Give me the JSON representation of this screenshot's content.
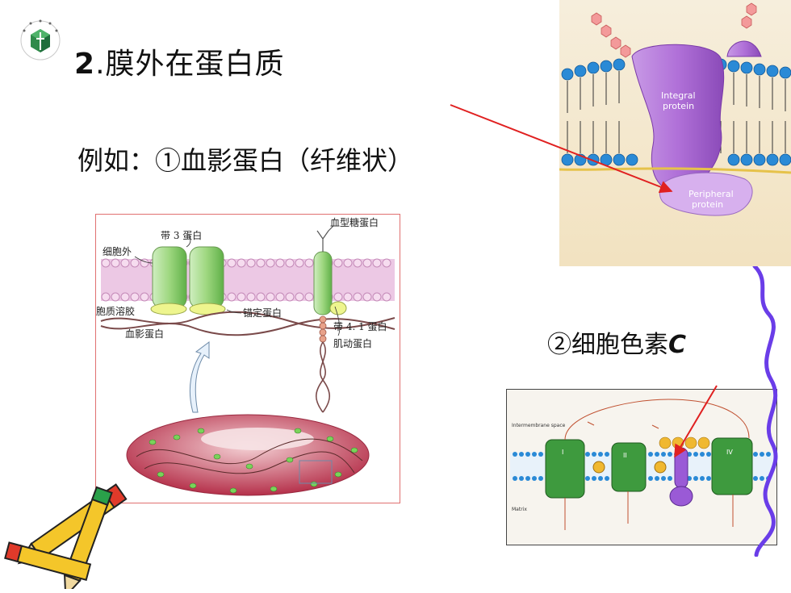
{
  "slide": {
    "title_number": "2",
    "title_text": ".膜外在蛋白质",
    "example_text": "例如：①血影蛋白（纤维状）",
    "cytochrome_text": "②细胞色素",
    "cytochrome_letter": "C"
  },
  "figure_spectrin": {
    "labels": {
      "band3": "带 3 蛋白",
      "glycophorin": "血型糖蛋白",
      "extracellular": "细胞外",
      "cytoplasm": "胞质溶胶",
      "ankyrin": "锚定蛋白",
      "spectrin": "血影蛋白",
      "band41": "带 4. 1 蛋白",
      "actin": "肌动蛋白"
    }
  },
  "figure_membrane": {
    "labels": {
      "integral_line1": "Integral",
      "integral_line2": "protein",
      "peripheral_line1": "Peripheral",
      "peripheral_line2": "protein"
    }
  },
  "figure_etc": {
    "labels": {
      "intermembrane": "Intermembrane space",
      "matrix": "Matrix",
      "complex1": "I",
      "complex2": "II",
      "complex4": "IV"
    }
  },
  "colors": {
    "arrow": "#e02020",
    "brace": "#6a3de8",
    "complex_green": "#3e9a3e",
    "membrane_blue": "#2a8ad6",
    "protein_purple": "#b070d8"
  }
}
